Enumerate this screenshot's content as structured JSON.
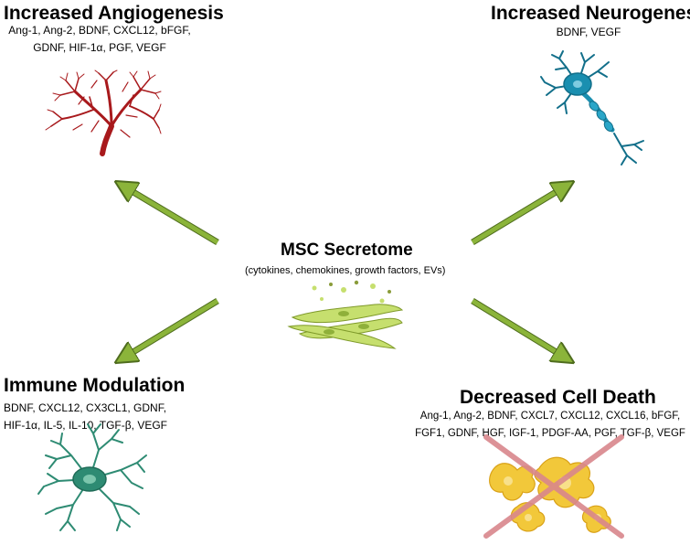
{
  "center": {
    "title": "MSC Secretome",
    "subtitle": "(cytokines, chemokines, growth factors, EVs)"
  },
  "outcomes": {
    "angiogenesis": {
      "title": "Increased Angiogenesis",
      "factors_line1": "Ang-1, Ang-2, BDNF, CXCL12, bFGF,",
      "factors_line2": "GDNF, HIF-1α, PGF, VEGF"
    },
    "neurogenesis": {
      "title": "Increased Neurogenesis",
      "factors_line1": "BDNF, VEGF"
    },
    "immune": {
      "title": "Immune Modulation",
      "factors_line1": "BDNF, CXCL12, CX3CL1, GDNF,",
      "factors_line2": "HIF-1α, IL-5, IL-10, TGF-β, VEGF"
    },
    "cell_death": {
      "title": "Decreased Cell Death",
      "factors_line1": "Ang-1, Ang-2, BDNF, CXCL7, CXCL12, CXCL16, bFGF,",
      "factors_line2": "FGF1, GDNF, HGF, IGF-1, PDGF-AA, PGF, TGF-β, VEGF"
    }
  },
  "colors": {
    "arrow": "#8bb43a",
    "vessel": "#a8191c",
    "neuron": "#1a8fb0",
    "immune_cell": "#2e8b73",
    "msc_cells": "#c6df6e",
    "dying_cell": "#f2c83a",
    "cross": "#d9878c"
  }
}
